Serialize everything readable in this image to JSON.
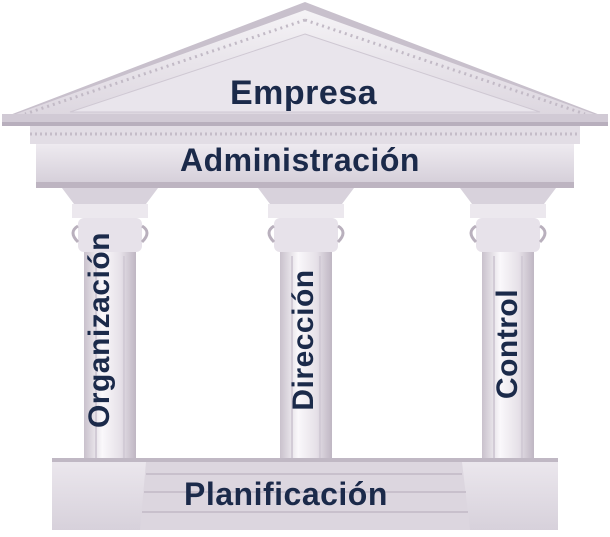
{
  "roof": {
    "label": "Empresa"
  },
  "beam": {
    "label": "Administración"
  },
  "pillars": [
    {
      "label": "Organización"
    },
    {
      "label": "Dirección"
    },
    {
      "label": "Control"
    }
  ],
  "base": {
    "label": "Planificación"
  },
  "colors": {
    "stone_light": "#f1eef2",
    "stone_mid": "#dcd6de",
    "stone_shadow": "#b9b0bd",
    "text": "#1b2a4a"
  }
}
